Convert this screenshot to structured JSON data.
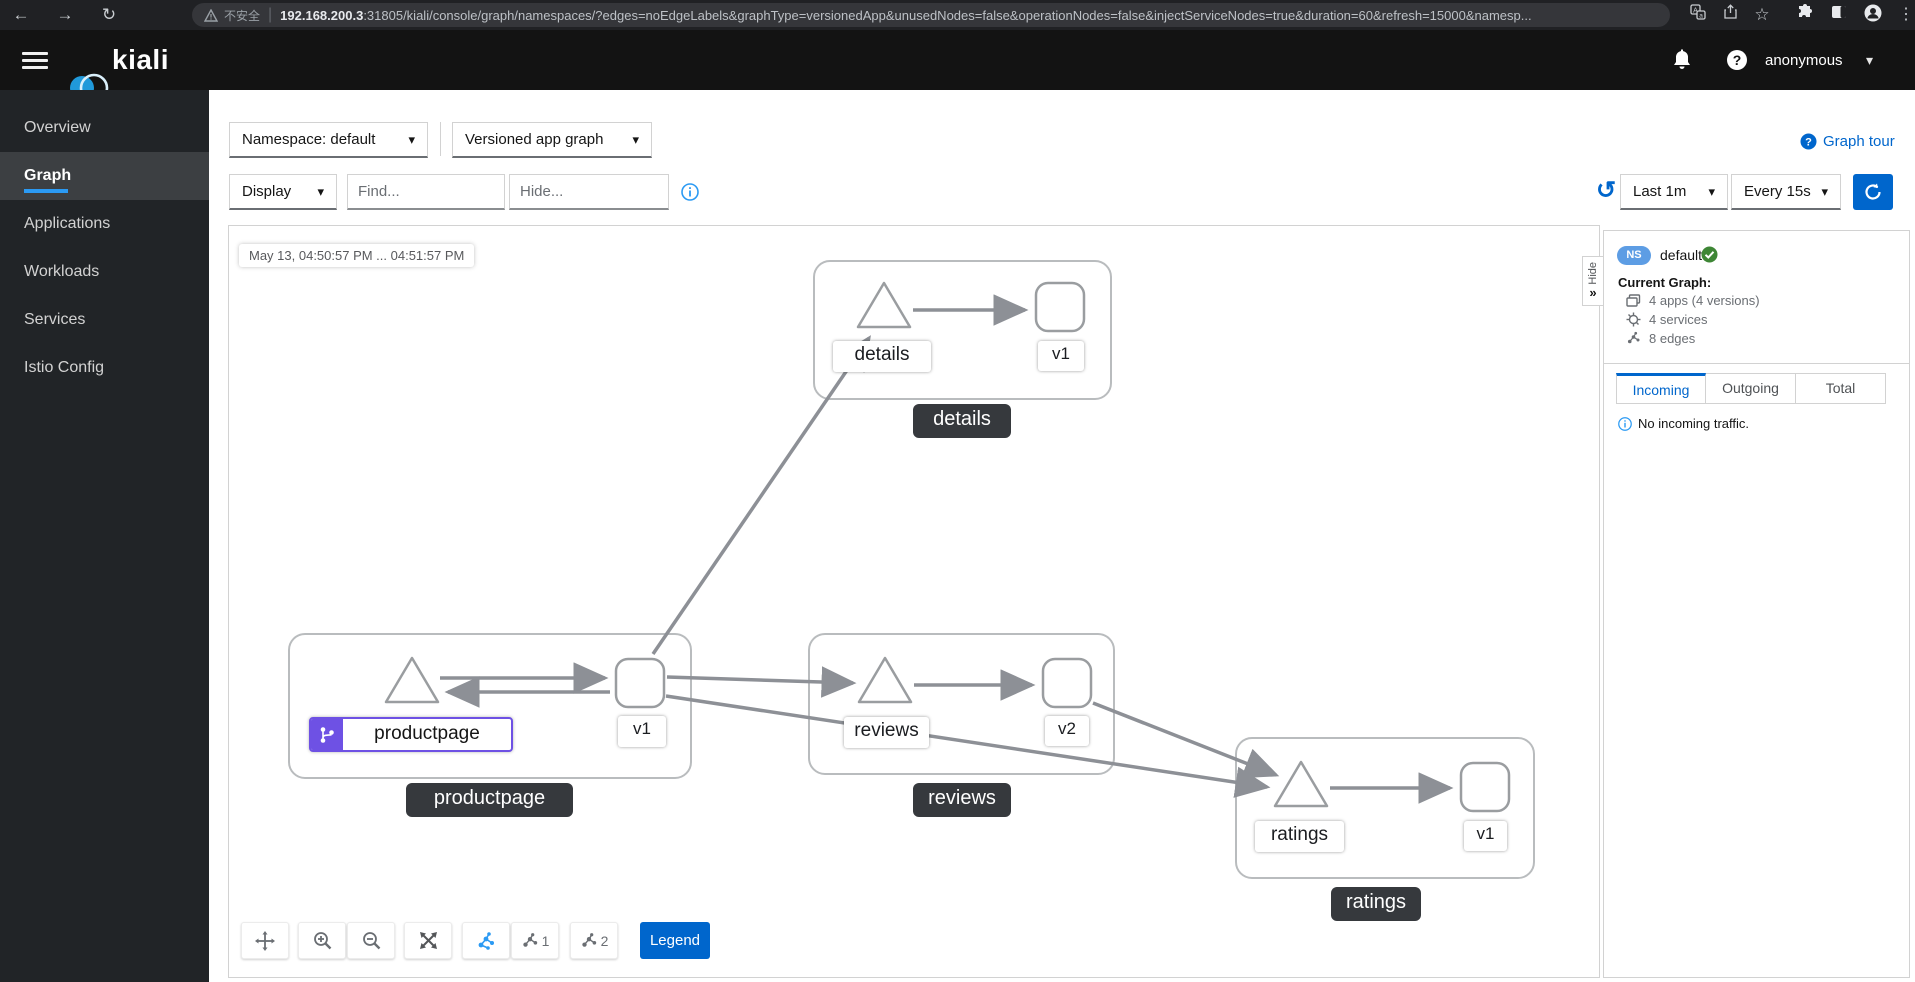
{
  "browser": {
    "security_warning": "不安全",
    "url_host": "192.168.200.3",
    "url_rest": ":31805/kiali/console/graph/namespaces/?edges=noEdgeLabels&graphType=versionedApp&unusedNodes=false&operationNodes=false&injectServiceNodes=true&duration=60&refresh=15000&namesp..."
  },
  "masthead": {
    "brand": "kiali",
    "user": "anonymous"
  },
  "sidebar": {
    "items": [
      {
        "label": "Overview"
      },
      {
        "label": "Graph"
      },
      {
        "label": "Applications"
      },
      {
        "label": "Workloads"
      },
      {
        "label": "Services"
      },
      {
        "label": "Istio Config"
      }
    ]
  },
  "toolbar": {
    "namespace": "Namespace: default",
    "graph_type": "Versioned app graph",
    "graph_tour": "Graph tour",
    "display": "Display",
    "find_placeholder": "Find...",
    "hide_placeholder": "Hide...",
    "duration": "Last 1m",
    "refresh_interval": "Every 15s"
  },
  "graph": {
    "timestamp": "May 13, 04:50:57 PM ... 04:51:57 PM",
    "hide_tab": "Hide",
    "nodes": {
      "details": {
        "app": "details",
        "version": "v1"
      },
      "productpage": {
        "app": "productpage",
        "version": "v1"
      },
      "reviews": {
        "app": "reviews",
        "version": "v2"
      },
      "ratings": {
        "app": "ratings",
        "version": "v1"
      }
    },
    "controls": {
      "layout1": "1",
      "layout2": "2",
      "legend": "Legend"
    }
  },
  "side_panel": {
    "namespace_badge": "NS",
    "namespace": "default",
    "current_graph_title": "Current Graph:",
    "stats": [
      {
        "label": "4 apps (4 versions)"
      },
      {
        "label": "4 services"
      },
      {
        "label": "8 edges"
      }
    ],
    "tabs": [
      {
        "label": "Incoming"
      },
      {
        "label": "Outgoing"
      },
      {
        "label": "Total"
      }
    ],
    "empty_message": "No incoming traffic."
  },
  "icons": {
    "caret_down": "▾",
    "kebab": "⋮",
    "back": "←",
    "forward": "→",
    "reload": "↻",
    "history": "↺",
    "double_chevron": "»",
    "star": "☆"
  },
  "colors": {
    "accent_blue": "#0066cc",
    "active_blue": "#2b9af3",
    "purple": "#6e51e4",
    "green": "#3e8635",
    "edge_gray": "#8d9096"
  }
}
